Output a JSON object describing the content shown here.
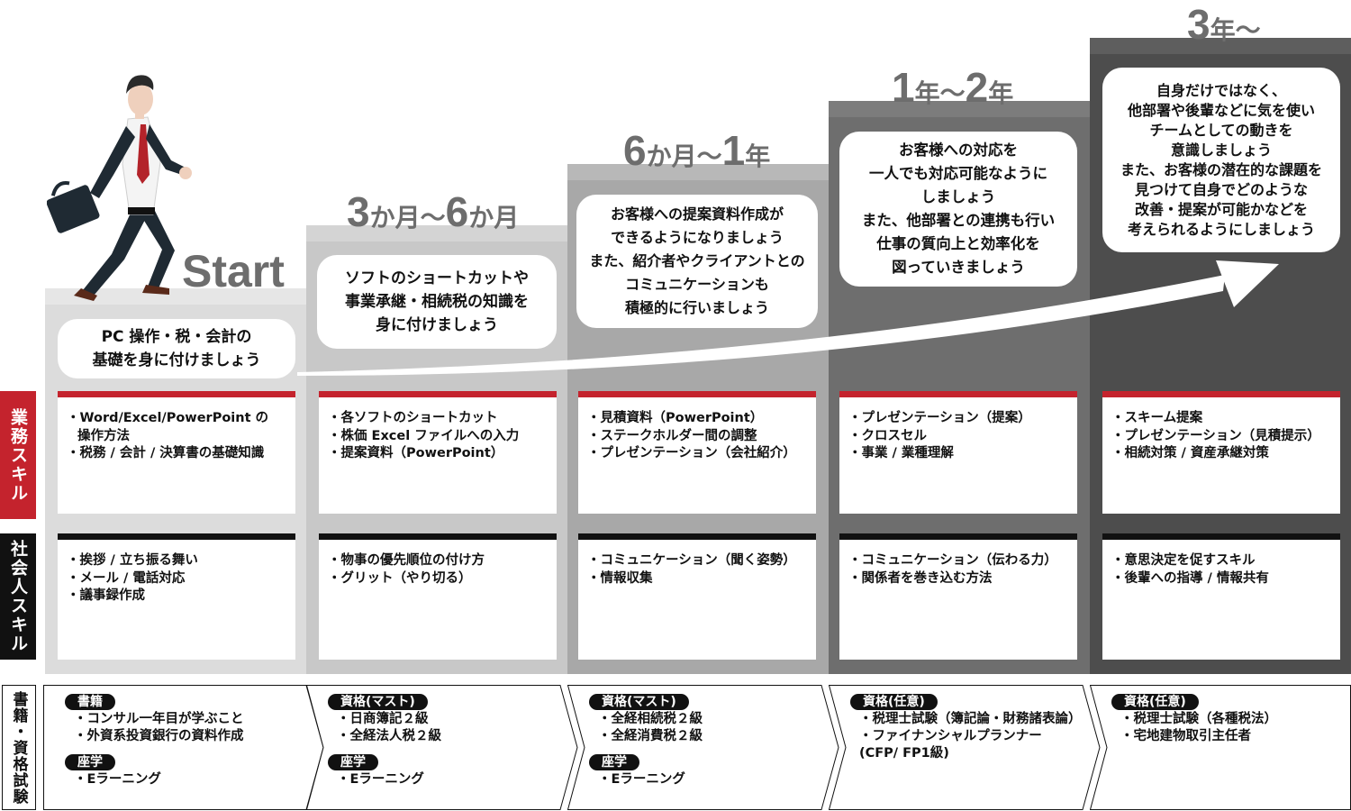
{
  "start_label": "Start",
  "stages": [
    {
      "period": {
        "num1": "",
        "unit1": "",
        "sep": "",
        "num2": "",
        "unit2": ""
      },
      "goal": "PC 操作・税・会計の\n基礎を身に付けましょう",
      "business": [
        "Word/Excel/PowerPoint の\n操作方法",
        "税務 / 会計 / 決算書の基礎知識"
      ],
      "social": [
        "挨拶 / 立ち振る舞い",
        "メール / 電話対応",
        "議事録作成"
      ],
      "books": [
        {
          "tag": "書籍",
          "items": [
            "コンサル一年目が学ぶこと",
            "外資系投資銀行の資料作成"
          ]
        },
        {
          "tag": "座学",
          "items": [
            "Eラーニング"
          ]
        }
      ]
    },
    {
      "period": {
        "num1": "3",
        "unit1": "か月",
        "sep": "〜",
        "num2": "6",
        "unit2": "か月"
      },
      "goal": "ソフトのショートカットや\n事業承継・相続税の知識を\n身に付けましょう",
      "business": [
        "各ソフトのショートカット",
        "株価 Excel ファイルへの入力",
        "提案資料（PowerPoint）"
      ],
      "social": [
        "物事の優先順位の付け方",
        "グリット（やり切る）"
      ],
      "books": [
        {
          "tag": "資格(マスト)",
          "items": [
            "日商簿記２級",
            "全経法人税２級"
          ]
        },
        {
          "tag": "座学",
          "items": [
            "Eラーニング"
          ]
        }
      ]
    },
    {
      "period": {
        "num1": "6",
        "unit1": "か月",
        "sep": "〜",
        "num2": "1",
        "unit2": "年"
      },
      "goal": "お客様への提案資料作成が\nできるようになりましょう\nまた、紹介者やクライアントとの\nコミュニケーションも\n積極的に行いましょう",
      "business": [
        "見積資料（PowerPoint）",
        "ステークホルダー間の調整",
        "プレゼンテーション（会社紹介）"
      ],
      "social": [
        "コミュニケーション（聞く姿勢）",
        "情報収集"
      ],
      "books": [
        {
          "tag": "資格(マスト)",
          "items": [
            "全経相続税２級",
            "全経消費税２級"
          ]
        },
        {
          "tag": "座学",
          "items": [
            "Eラーニング"
          ]
        }
      ]
    },
    {
      "period": {
        "num1": "1",
        "unit1": "年",
        "sep": "〜",
        "num2": "2",
        "unit2": "年"
      },
      "goal": "お客様への対応を\n一人でも対応可能なように\nしましょう\nまた、他部署との連携も行い\n仕事の質向上と効率化を\n図っていきましょう",
      "business": [
        "プレゼンテーション（提案）",
        "クロスセル",
        "事業 / 業種理解"
      ],
      "social": [
        "コミュニケーション（伝わる力）",
        "関係者を巻き込む方法"
      ],
      "books": [
        {
          "tag": "資格(任意)",
          "items": [
            "税理士試験（簿記論・財務諸表論）",
            "ファイナンシャルプランナー\n(CFP/ FP1級)"
          ]
        }
      ]
    },
    {
      "period": {
        "num1": "3",
        "unit1": "年〜",
        "sep": "",
        "num2": "",
        "unit2": ""
      },
      "goal": "自身だけではなく、\n他部署や後輩などに気を使い\nチームとしての動きを\n意識しましょう\nまた、お客様の潜在的な課題を\n見つけて自身でどのような\n改善・提案が可能かなどを\n考えられるようにしましょう",
      "business": [
        "スキーム提案",
        "プレゼンテーション（見積提示）",
        "相続対策 / 資産承継対策"
      ],
      "social": [
        "意思決定を促すスキル",
        "後輩への指導 / 情報共有"
      ],
      "books": [
        {
          "tag": "資格(任意)",
          "items": [
            "税理士試験（各種税法）",
            "宅地建物取引主任者"
          ]
        }
      ]
    }
  ],
  "side_labels": {
    "business": "業務スキル",
    "social": "社会人スキル",
    "books": "書籍・資格試験"
  },
  "colors": {
    "step": [
      "#dcdcdc",
      "#c8c8c8",
      "#a8a8a8",
      "#6e6e6e",
      "#4d4d4d"
    ],
    "accent_red": "#c4232d"
  }
}
